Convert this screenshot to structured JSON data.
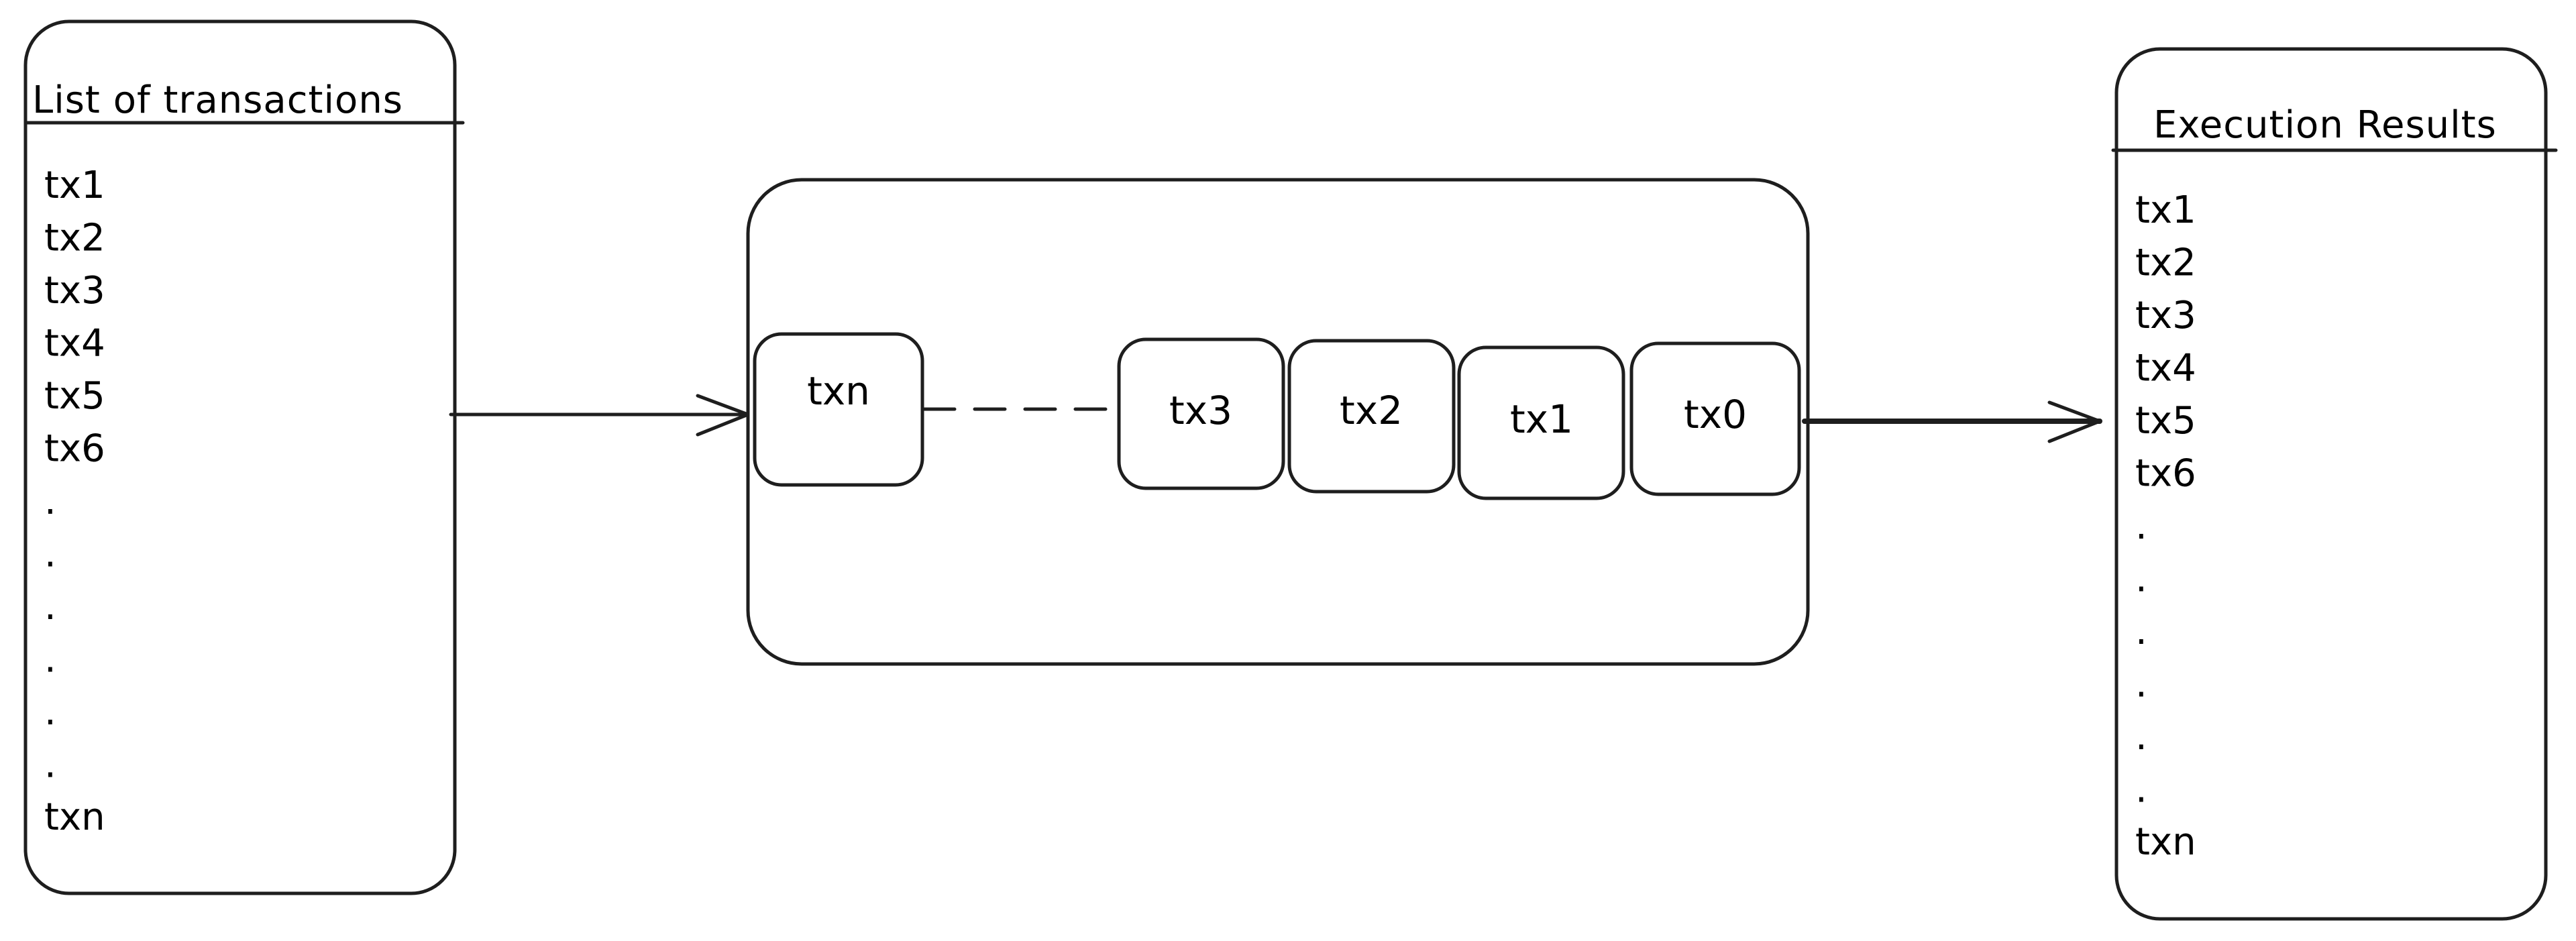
{
  "left_panel": {
    "title": "List of transactions",
    "items": [
      "tx1",
      "tx2",
      "tx3",
      "tx4",
      "tx5",
      "tx6",
      ".",
      ".",
      ".",
      ".",
      ".",
      ".",
      "txn"
    ]
  },
  "queue": {
    "head": "txn",
    "items": [
      "tx3",
      "tx2",
      "tx1",
      "tx0"
    ]
  },
  "right_panel": {
    "title": "Execution Results",
    "items": [
      "tx1",
      "tx2",
      "tx3",
      "tx4",
      "tx5",
      "tx6",
      ".",
      ".",
      ".",
      ".",
      ".",
      ".",
      "txn"
    ]
  },
  "colors": {
    "stroke": "#1e1e1e",
    "background": "#ffffff"
  }
}
